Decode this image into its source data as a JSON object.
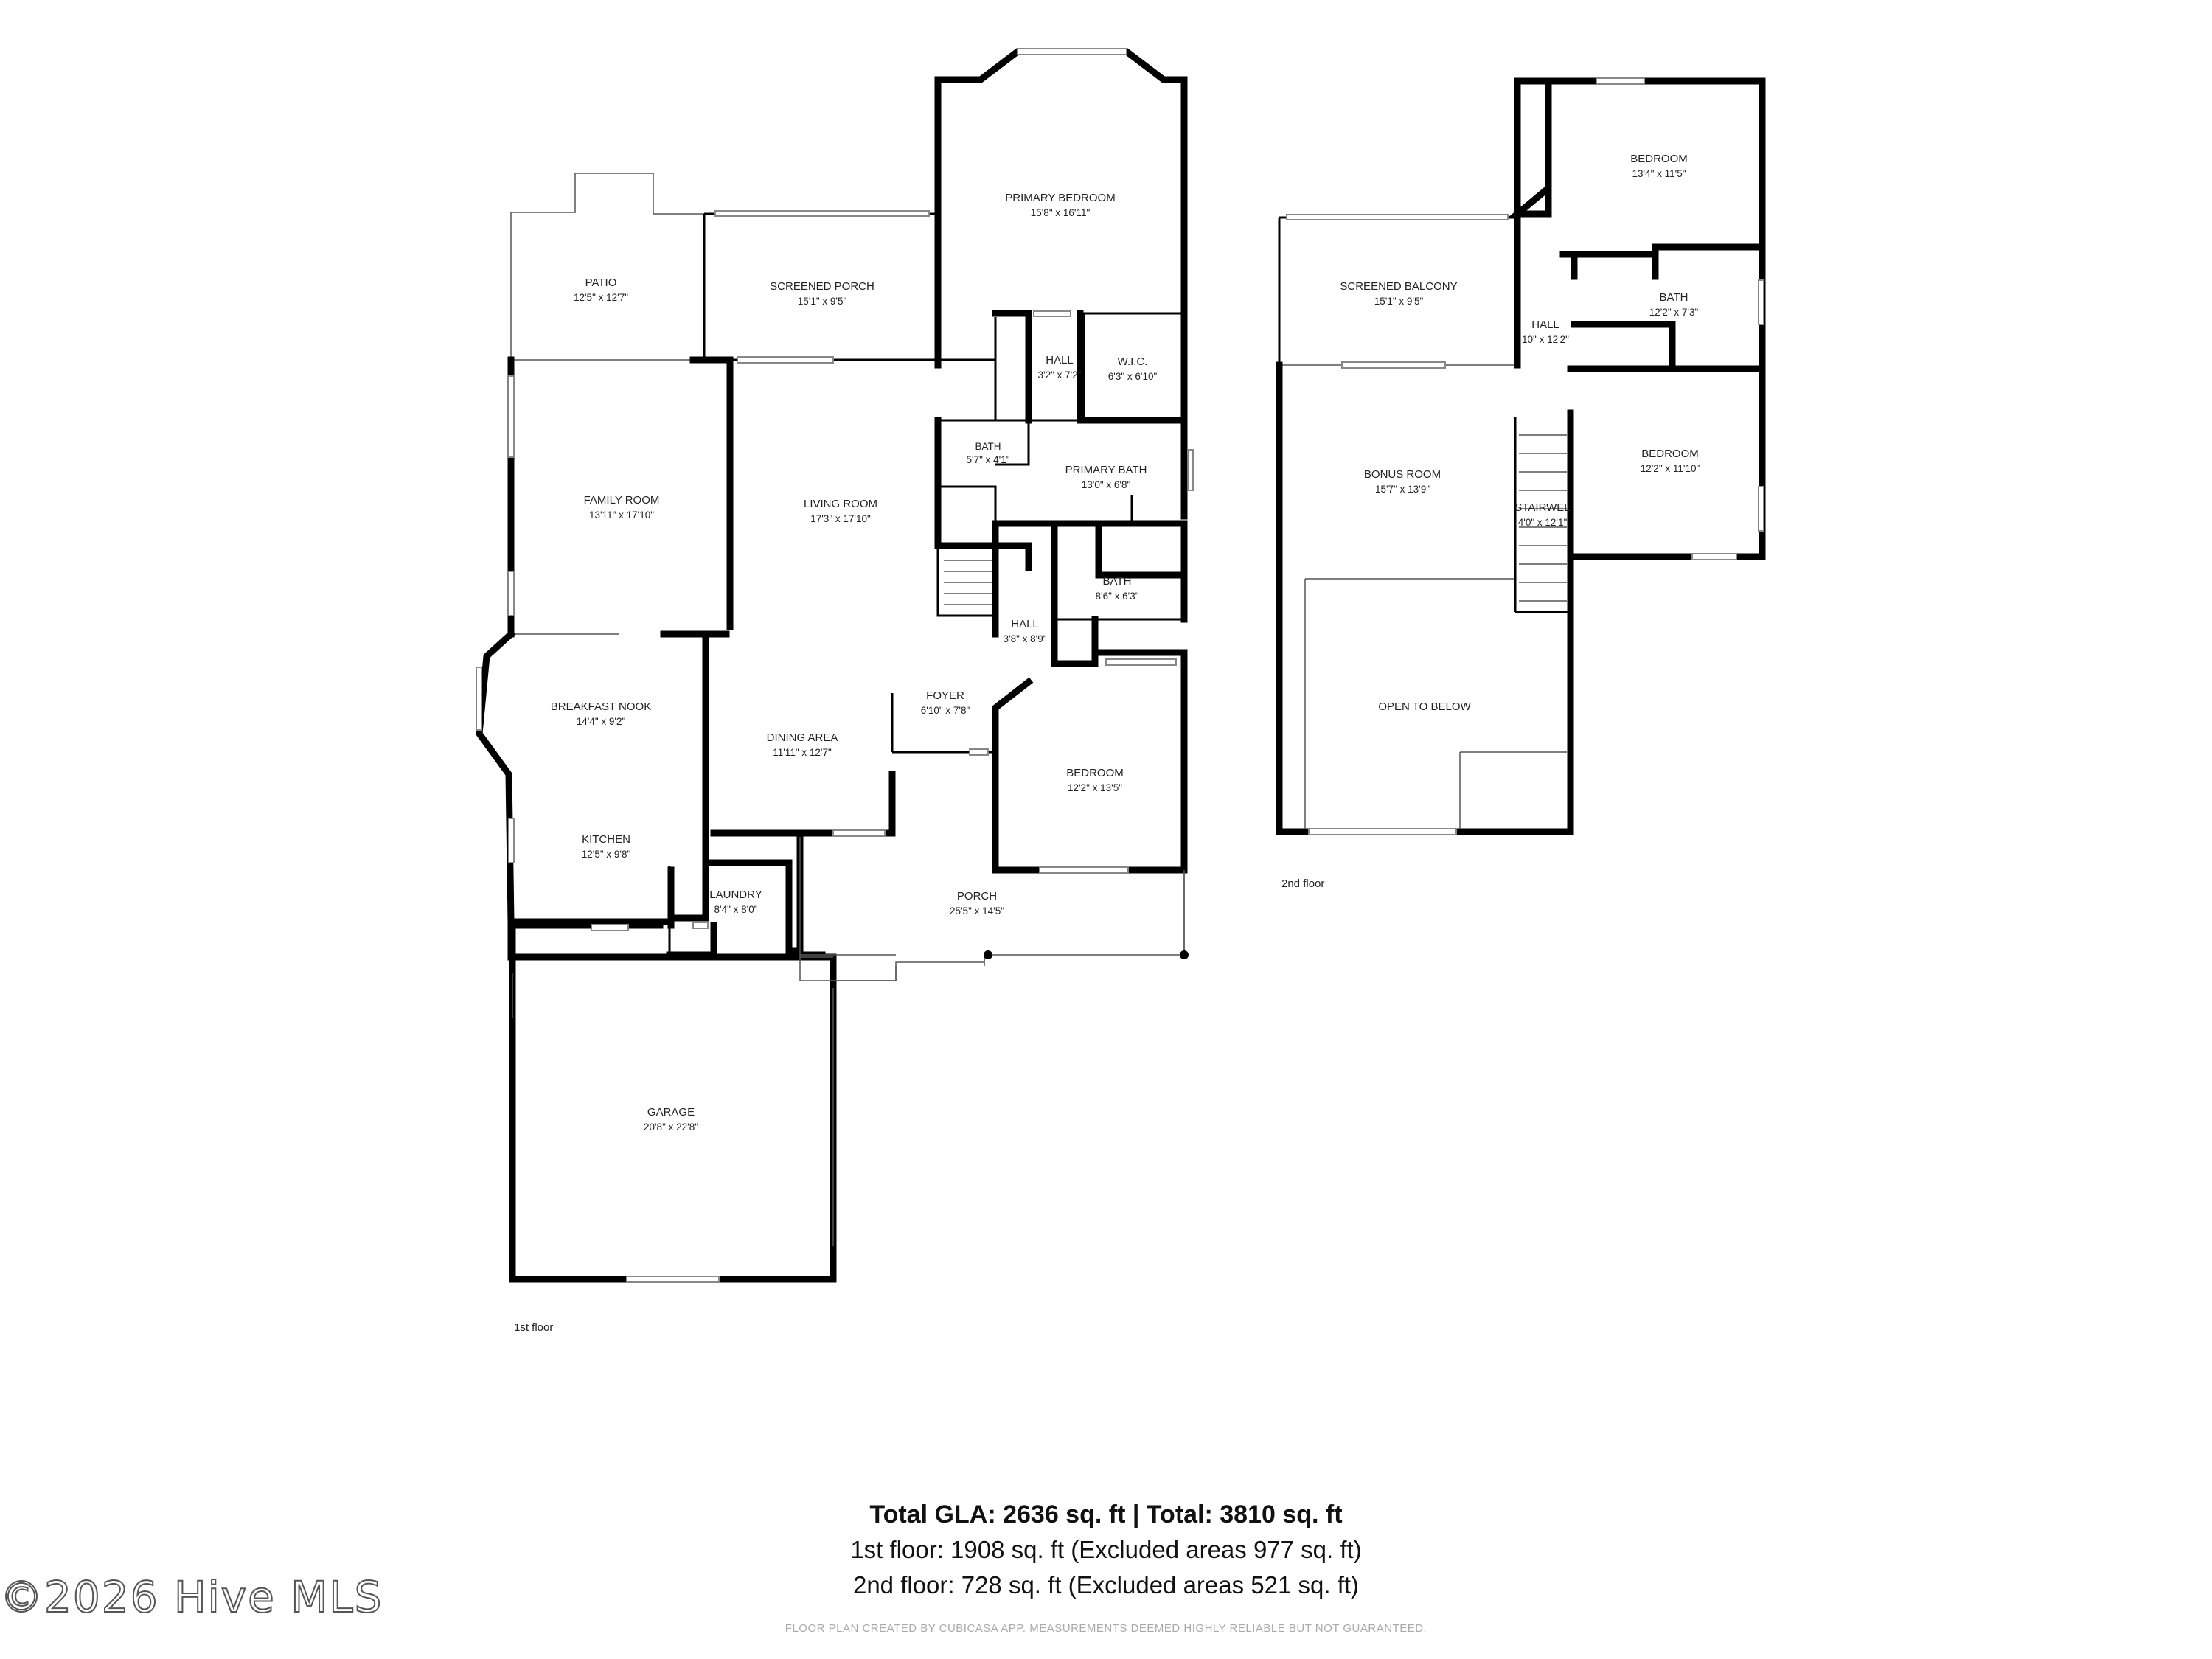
{
  "rooms": {
    "patio": {
      "name": "PATIO",
      "dim": "12'5\" x 12'7\""
    },
    "screened_porch": {
      "name": "SCREENED PORCH",
      "dim": "15'1\" x 9'5\""
    },
    "primary_bedroom": {
      "name": "PRIMARY BEDROOM",
      "dim": "15'8\" x 16'11\""
    },
    "hall_upper": {
      "name": "HALL",
      "dim": "3'2\" x 7'2\""
    },
    "wic": {
      "name": "W.I.C.",
      "dim": "6'3\" x 6'10\""
    },
    "bath_small": {
      "name": "BATH",
      "dim": "5'7\" x 4'1\""
    },
    "primary_bath": {
      "name": "PRIMARY BATH",
      "dim": "13'0\" x 6'8\""
    },
    "family_room": {
      "name": "FAMILY ROOM",
      "dim": "13'11\" x 17'10\""
    },
    "living_room": {
      "name": "LIVING ROOM",
      "dim": "17'3\" x 17'10\""
    },
    "bath_mid": {
      "name": "BATH",
      "dim": "8'6\" x 6'3\""
    },
    "hall_mid": {
      "name": "HALL",
      "dim": "3'8\" x 8'9\""
    },
    "breakfast_nook": {
      "name": "BREAKFAST NOOK",
      "dim": "14'4\" x 9'2\""
    },
    "foyer": {
      "name": "FOYER",
      "dim": "6'10\" x 7'8\""
    },
    "dining_area": {
      "name": "DINING AREA",
      "dim": "11'11\" x 12'7\""
    },
    "bedroom_1f": {
      "name": "BEDROOM",
      "dim": "12'2\" x 13'5\""
    },
    "kitchen": {
      "name": "KITCHEN",
      "dim": "12'5\" x 9'8\""
    },
    "laundry": {
      "name": "LAUNDRY",
      "dim": "8'4\" x 8'0\""
    },
    "porch": {
      "name": "PORCH",
      "dim": "25'5\" x 14'5\""
    },
    "garage": {
      "name": "GARAGE",
      "dim": "20'8\" x 22'8\""
    },
    "bedroom_2f_top": {
      "name": "BEDROOM",
      "dim": "13'4\" x 11'5\""
    },
    "screened_balcony": {
      "name": "SCREENED BALCONY",
      "dim": "15'1\" x 9'5\""
    },
    "hall_2f": {
      "name": "HALL",
      "dim": "10\" x 12'2\""
    },
    "bath_2f": {
      "name": "BATH",
      "dim": "12'2\" x 7'3\""
    },
    "bonus_room": {
      "name": "BONUS ROOM",
      "dim": "15'7\" x 13'9\""
    },
    "stairwell": {
      "name": "STAIRWEL",
      "dim": "4'0\" x 12'1\""
    },
    "bedroom_2f_right": {
      "name": "BEDROOM",
      "dim": "12'2\" x 11'10\""
    },
    "open_to_below": {
      "name": "OPEN TO BELOW"
    }
  },
  "floor_labels": {
    "first": "1st floor",
    "second": "2nd floor"
  },
  "summary": {
    "total": "Total GLA: 2636 sq. ft | Total: 3810 sq. ft",
    "first": "1st floor: 1908 sq. ft (Excluded areas 977 sq. ft)",
    "second": "2nd floor: 728 sq. ft (Excluded areas 521 sq. ft)"
  },
  "disclaimer": "FLOOR PLAN CREATED BY CUBICASA APP. MEASUREMENTS DEEMED HIGHLY RELIABLE BUT NOT GUARANTEED.",
  "watermark": "©2026 Hive MLS"
}
